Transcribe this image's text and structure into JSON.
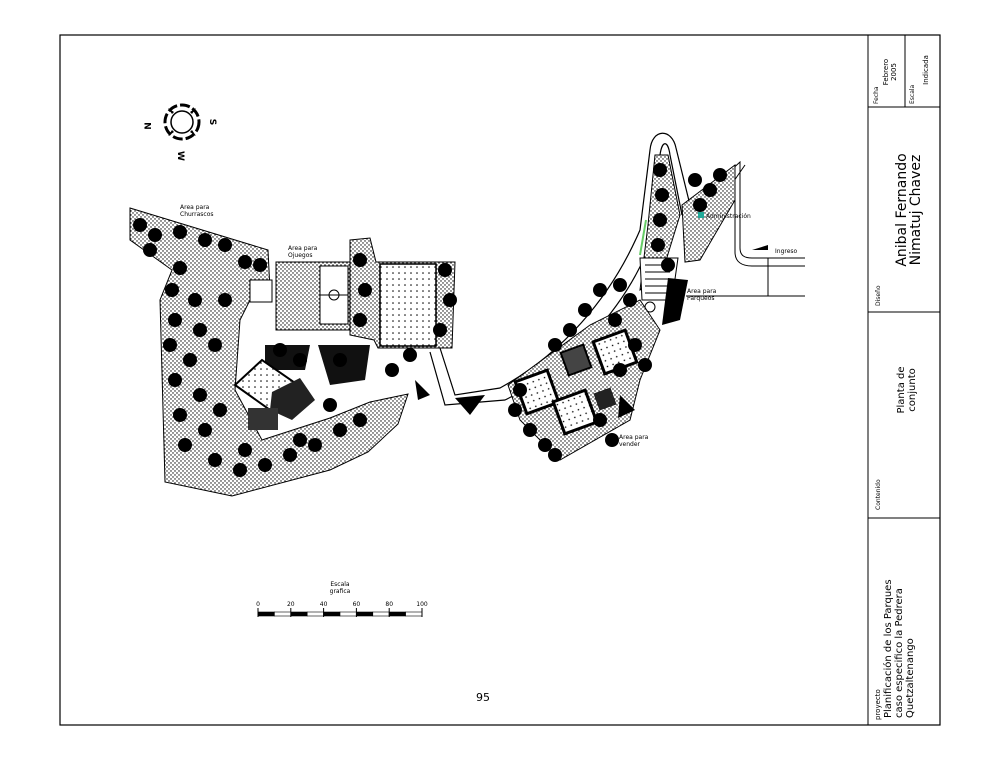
{
  "title_block": {
    "fecha_label": "Fecha",
    "fecha_value": [
      "Febrero",
      "2005"
    ],
    "escala_label": "Escala",
    "escala_value": "Indicada",
    "diseno_label": "Diseño",
    "diseno_value": [
      "Anibal Fernando",
      "Nimatuj Chavez"
    ],
    "contenido_label": "Contenido",
    "contenido_value": [
      "Planta de",
      "conjunto"
    ],
    "proyecto_label": "proyecto",
    "proyecto_value": [
      "Planificación de los Parques",
      "caso especifico la Pedrera",
      "Quetzaltenango"
    ]
  },
  "compass": {
    "n": "N",
    "s": "S",
    "w": "W"
  },
  "plan_labels": {
    "churrascos": [
      "Area para",
      "Churrascos"
    ],
    "juegos": [
      "Area para",
      "Ojuegos"
    ],
    "administracion": "Administración",
    "ingreso": "Ingreso",
    "parqueos": [
      "Area para",
      "Parqueos"
    ],
    "vender": [
      "Area para",
      "vender"
    ]
  },
  "scale_bar": {
    "title": [
      "Escala",
      "grafica"
    ],
    "ticks": [
      "0",
      "20",
      "40",
      "60",
      "80",
      "100"
    ]
  },
  "page_number": "95"
}
